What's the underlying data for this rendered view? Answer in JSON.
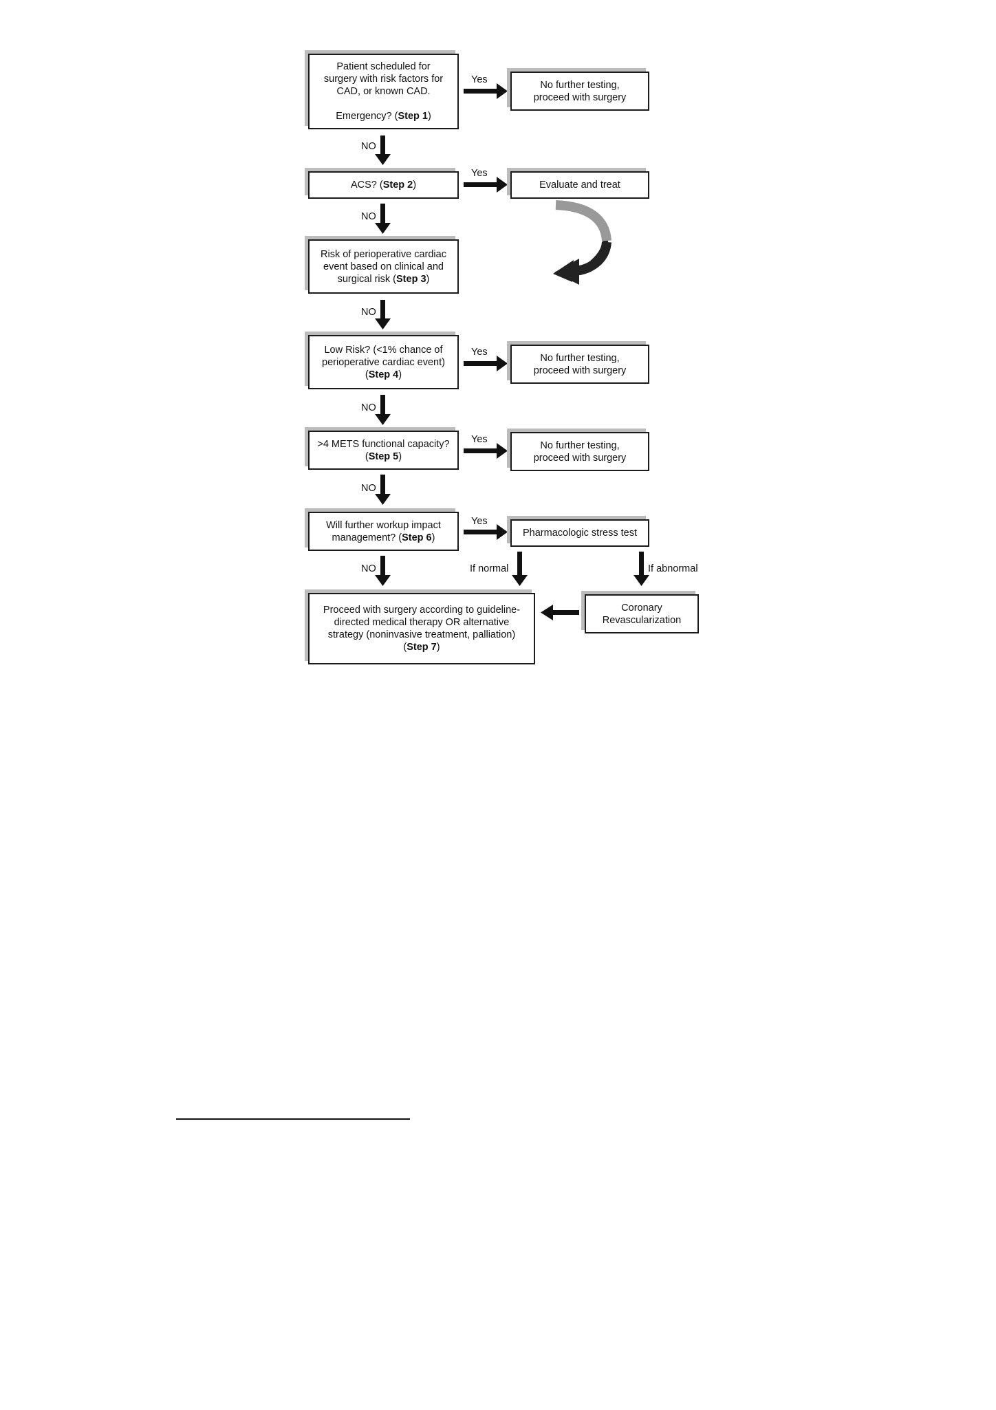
{
  "diagram": {
    "nodes": {
      "step1": {
        "lines": [
          "Patient scheduled for",
          "surgery with risk factors for",
          "CAD, or known CAD.",
          "",
          "Emergency? (",
          "Step 1",
          ")"
        ]
      },
      "step1_yes": {
        "lines": [
          "No further testing,",
          "proceed with surgery"
        ]
      },
      "step2": {
        "pre": "ACS? (",
        "bold": "Step 2",
        "post": ")"
      },
      "step2_yes": {
        "lines": [
          "Evaluate and treat"
        ]
      },
      "step3": {
        "lines": [
          "Risk of perioperative cardiac",
          "event based on clinical and",
          "surgical risk ("
        ],
        "bold": "Step 3",
        "post": ")"
      },
      "step4": {
        "lines": [
          "Low Risk? (<1% chance of",
          "perioperative cardiac event)",
          "("
        ],
        "bold": "Step 4",
        "post": ")"
      },
      "step4_yes": {
        "lines": [
          "No further testing,",
          "proceed with surgery"
        ]
      },
      "step5": {
        "lines": [
          ">4 METS functional capacity?",
          "("
        ],
        "bold": "Step 5",
        "post": ")"
      },
      "step5_yes": {
        "lines": [
          "No further testing,",
          "proceed with surgery"
        ]
      },
      "step6": {
        "lines": [
          "Will further workup impact",
          "management? ("
        ],
        "bold": "Step 6",
        "post": ")"
      },
      "step6_yes": {
        "lines": [
          "Pharmacologic stress test"
        ]
      },
      "revasc": {
        "lines": [
          "Coronary",
          "Revascularization"
        ]
      },
      "step7": {
        "lines": [
          "Proceed with surgery according to guideline-",
          "directed medical therapy OR alternative",
          "strategy (noninvasive treatment, palliation)",
          "("
        ],
        "bold": "Step 7",
        "post": ")"
      }
    },
    "edge_labels": {
      "yes": "Yes",
      "no": "NO",
      "if_normal": "If normal",
      "if_abnormal": "If abnormal"
    }
  }
}
